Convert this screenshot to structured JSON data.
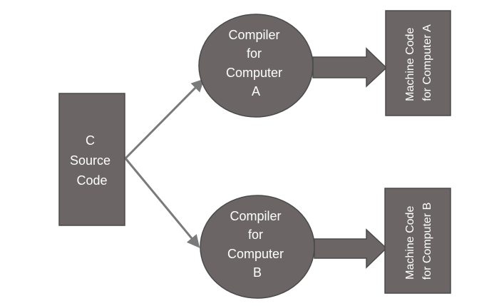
{
  "colors": {
    "node_fill": "#6b6566",
    "node_stroke": "#4a4a4a",
    "connector": "#7a7a7a",
    "text": "#ffffff"
  },
  "source": {
    "lines": [
      "C",
      "Source",
      "Code"
    ]
  },
  "compiler_a": {
    "lines": [
      "Compiler",
      "for",
      "Computer",
      "A"
    ]
  },
  "compiler_b": {
    "lines": [
      "Compiler",
      "for",
      "Computer",
      "B"
    ]
  },
  "output_a": {
    "lines": [
      "Machine Code",
      "for Computer A"
    ]
  },
  "output_b": {
    "lines": [
      "Machine Code",
      "for Computer B"
    ]
  }
}
